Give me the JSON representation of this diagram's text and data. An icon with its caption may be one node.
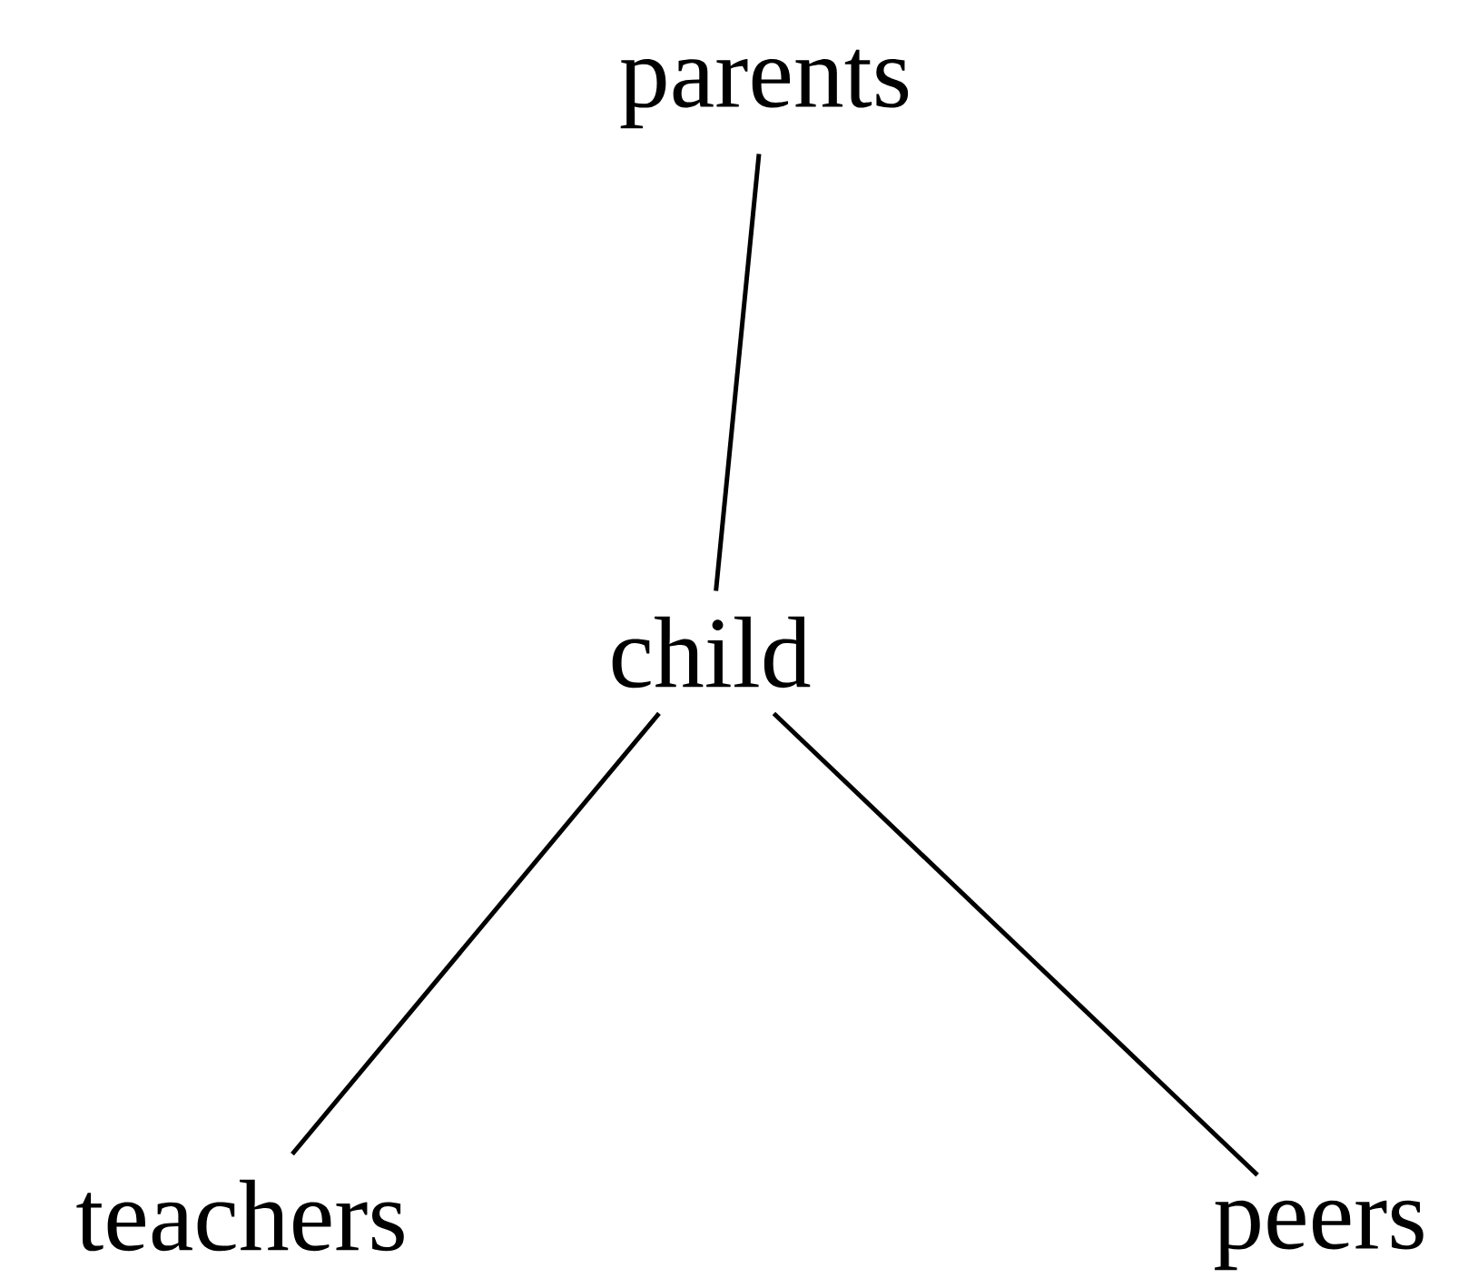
{
  "diagram": {
    "nodes": [
      {
        "text": [
          "parents"
        ]
      },
      {
        "text": [
          "child"
        ]
      },
      {
        "text": [
          "teachers"
        ]
      },
      {
        "text": [
          "peers"
        ]
      }
    ],
    "edges": [
      {
        "from": 0,
        "to": 1,
        "arrow": "none"
      },
      {
        "from": 1,
        "to": 2,
        "arrow": "none"
      },
      {
        "from": 1,
        "to": 3,
        "arrow": "none"
      }
    ]
  }
}
